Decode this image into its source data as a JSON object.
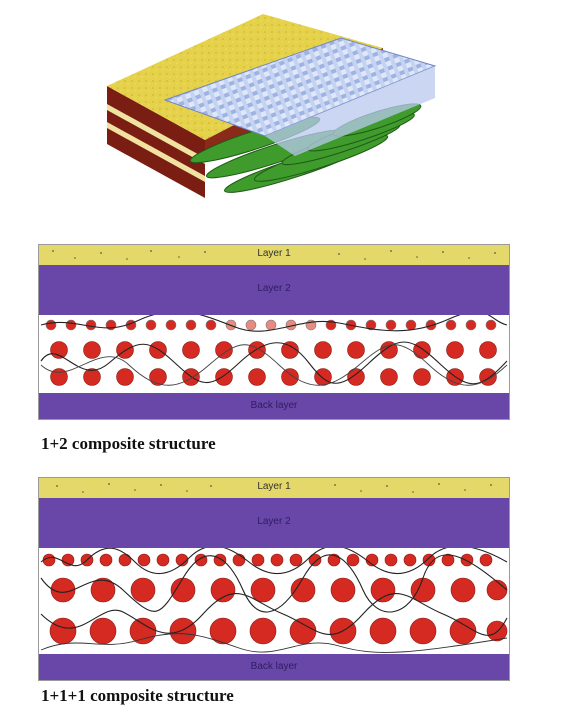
{
  "illustration": {
    "icon": "composite-fabric-block-illustration"
  },
  "diagrams": [
    {
      "layer1": "Layer 1",
      "layer2": "Layer 2",
      "back_layer": "Back layer",
      "caption": "1+2 composite structure"
    },
    {
      "layer1": "Layer 1",
      "layer2": "Layer 2",
      "back_layer": "Back layer",
      "caption": "1+1+1 composite structure"
    }
  ],
  "colors": {
    "felt_yellow": "#e3d869",
    "layer_purple": "#6847a8",
    "yarn_red": "#d42a22",
    "mesh_blue": "#a9bbe6",
    "yarn_green": "#3f9b2c"
  }
}
